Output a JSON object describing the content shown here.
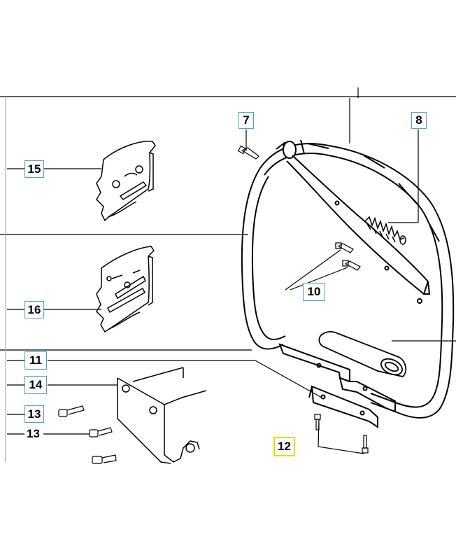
{
  "callouts": {
    "c7": "7",
    "c8": "8",
    "c10": "10",
    "c11": "11",
    "c12": "12",
    "c13a": "13",
    "c13b": "13",
    "c14": "14",
    "c15": "15",
    "c16": "16"
  },
  "colors": {
    "callout_border": "#4aa3d6",
    "highlight_border": "#f2d300",
    "line": "#000000"
  },
  "parts": {
    "handle": "front-handle",
    "grip": "handle-grip-sleeve",
    "spring": "spring",
    "bracket": "mounting-bracket"
  }
}
